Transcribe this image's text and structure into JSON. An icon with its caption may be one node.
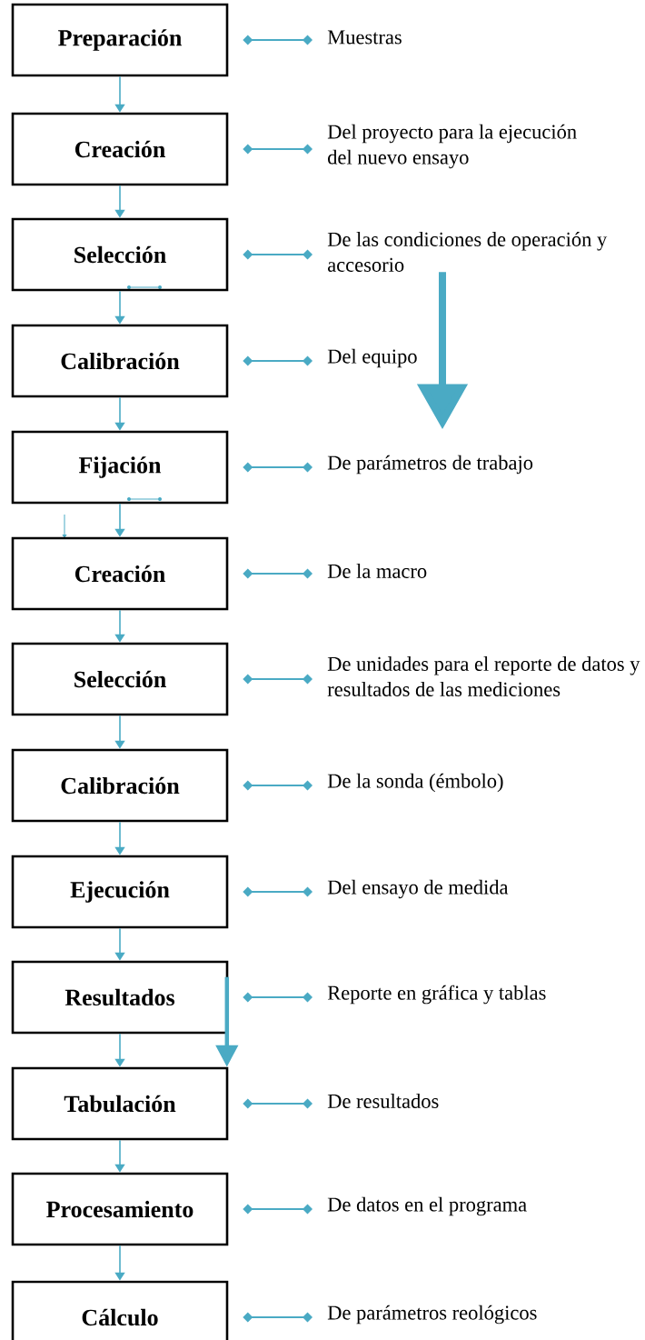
{
  "diagram": {
    "nodes": [
      {
        "text": [
          "Preparación"
        ]
      },
      {
        "text": [
          "Creación"
        ]
      },
      {
        "text": [
          "Selección"
        ]
      },
      {
        "text": [
          "Calibración"
        ]
      },
      {
        "text": [
          "Fijación"
        ]
      },
      {
        "text": [
          "Creación"
        ]
      },
      {
        "text": [
          "Selección"
        ]
      },
      {
        "text": [
          "Calibración"
        ]
      },
      {
        "text": [
          "Ejecución"
        ]
      },
      {
        "text": [
          "Resultados"
        ]
      },
      {
        "text": [
          "Tabulación"
        ]
      },
      {
        "text": [
          "Procesamiento"
        ]
      },
      {
        "text": [
          "Cálculo"
        ]
      },
      {
        "text": [
          "Muestras"
        ]
      },
      {
        "text": [
          "Del proyecto para la ejecución del nuevo ensayo"
        ]
      },
      {
        "text": [
          "De las condiciones de operación y accesorio"
        ]
      },
      {
        "text": [
          "Del equipo"
        ]
      },
      {
        "text": [
          "De parámetros de trabajo"
        ]
      },
      {
        "text": [
          "De la macro"
        ]
      },
      {
        "text": [
          "De unidades para el reporte de datos y resultados de las mediciones"
        ]
      },
      {
        "text": [
          "De la sonda (émbolo)"
        ]
      },
      {
        "text": [
          "Del ensayo de medida"
        ]
      },
      {
        "text": [
          "Reporte en gráfica y tablas"
        ]
      },
      {
        "text": [
          "De resultados"
        ]
      },
      {
        "text": [
          "De datos en el programa"
        ]
      },
      {
        "text": [
          "De parámetros reológicos"
        ]
      }
    ],
    "edges": [
      {
        "from": 0,
        "to": 1,
        "arrow": "to"
      },
      {
        "from": 1,
        "to": 2,
        "arrow": "to"
      },
      {
        "from": 2,
        "to": 3,
        "arrow": "to"
      },
      {
        "from": 3,
        "to": 4,
        "arrow": "to"
      },
      {
        "from": 4,
        "to": 5,
        "arrow": "to"
      },
      {
        "from": 5,
        "to": 6,
        "arrow": "to"
      },
      {
        "from": 6,
        "to": 7,
        "arrow": "to"
      },
      {
        "from": 7,
        "to": 8,
        "arrow": "to"
      },
      {
        "from": 8,
        "to": 9,
        "arrow": "to"
      },
      {
        "from": 9,
        "to": 10,
        "arrow": "to"
      },
      {
        "from": 9,
        "to": 10,
        "arrow": "to",
        "style": "thick"
      },
      {
        "from": 10,
        "to": 11,
        "arrow": "to"
      },
      {
        "from": 11,
        "to": 12,
        "arrow": "to"
      },
      {
        "from": 15,
        "to": 16,
        "arrow": "to",
        "style": "thick"
      },
      {
        "from": 0,
        "to": 13,
        "arrow": "other"
      },
      {
        "from": 1,
        "to": 14,
        "arrow": "other"
      },
      {
        "from": 2,
        "to": 15,
        "arrow": "other"
      },
      {
        "from": 3,
        "to": 16,
        "arrow": "other"
      },
      {
        "from": 4,
        "to": 17,
        "arrow": "other"
      },
      {
        "from": 5,
        "to": 18,
        "arrow": "other"
      },
      {
        "from": 6,
        "to": 19,
        "arrow": "other"
      },
      {
        "from": 7,
        "to": 20,
        "arrow": "other"
      },
      {
        "from": 8,
        "to": 21,
        "arrow": "other"
      },
      {
        "from": 9,
        "to": 22,
        "arrow": "other"
      },
      {
        "from": 10,
        "to": 23,
        "arrow": "other"
      },
      {
        "from": 11,
        "to": 24,
        "arrow": "other"
      },
      {
        "from": 12,
        "to": 25,
        "arrow": "other"
      }
    ]
  }
}
